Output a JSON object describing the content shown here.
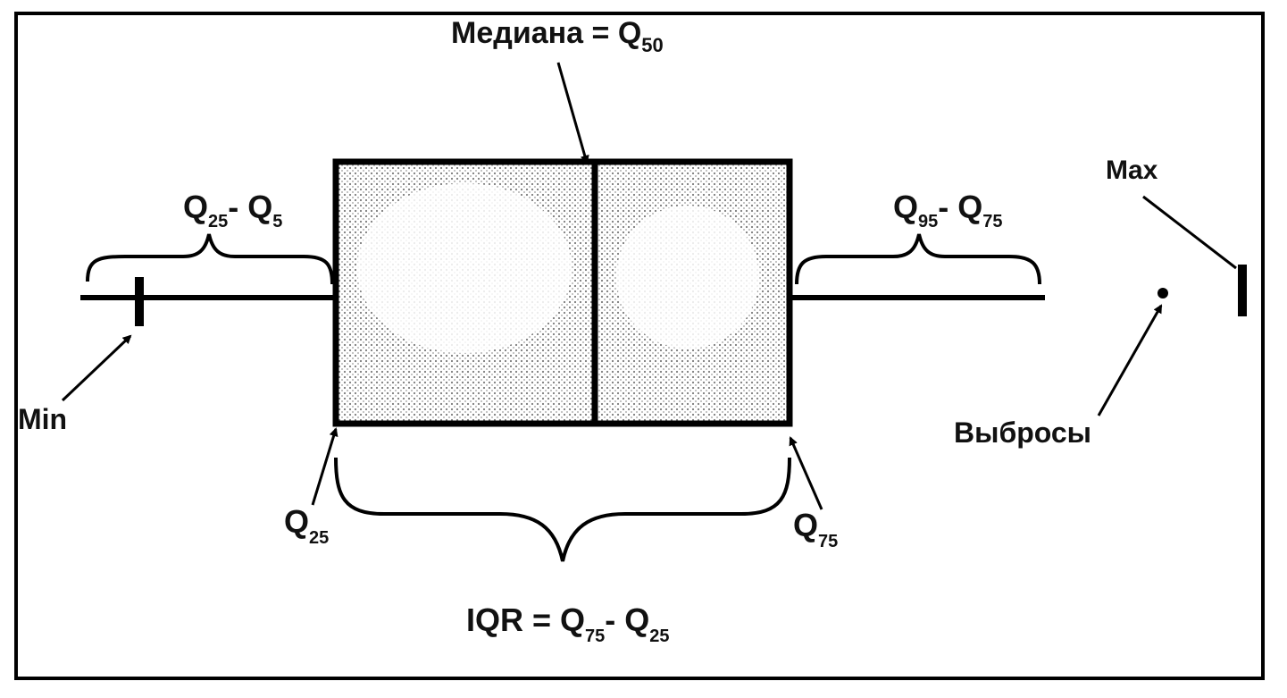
{
  "labels": {
    "median": "Медиана = Q",
    "median_sub": "50",
    "min": "Min",
    "max": "Max",
    "outliers": "Выбросы",
    "left_whisker_q": "Q",
    "left_whisker_sub1": "25",
    "left_whisker_mid": "- Q",
    "left_whisker_sub2": "5",
    "right_whisker_q": "Q",
    "right_whisker_sub1": "95",
    "right_whisker_mid": "- Q",
    "right_whisker_sub2": "75",
    "q25": "Q",
    "q25_sub": "25",
    "q75": "Q",
    "q75_sub": "75",
    "iqr": "IQR = Q",
    "iqr_sub1": "75",
    "iqr_mid": "- Q",
    "iqr_sub2": "25"
  },
  "colors": {
    "ink": "#000000",
    "box_fill": "#f2f2f2",
    "texture": "#8a8a8a"
  }
}
